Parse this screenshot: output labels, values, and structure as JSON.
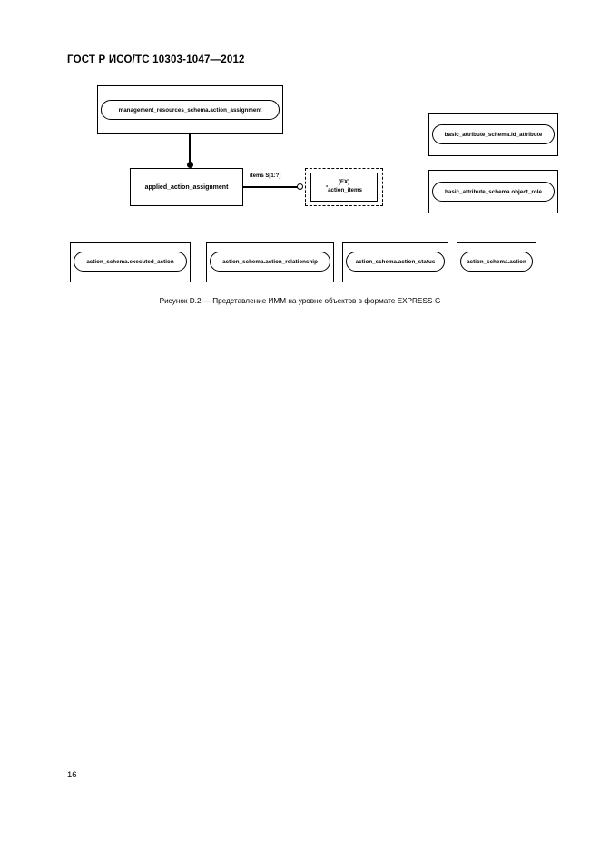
{
  "document": {
    "header": "ГОСТ Р ИСО/ТС 10303-1047—2012",
    "page_number": "16"
  },
  "figure": {
    "caption": "Рисунок D.2 — Представление ИММ на уровне объектов в формате EXPRESS-G",
    "schema_boxes": [
      {
        "id": "management-resources-schema-action-assignment",
        "label": "management_resources_schema.action_assignment"
      },
      {
        "id": "basic-attribute-schema-id-attribute",
        "label": "basic_attribute_schema.id_attribute"
      },
      {
        "id": "basic-attribute-schema-object-role",
        "label": "basic_attribute_schema.object_role"
      },
      {
        "id": "action-schema-executed-action",
        "label": "action_schema.executed_action"
      },
      {
        "id": "action-schema-action-relationship",
        "label": "action_schema.action_relationship"
      },
      {
        "id": "action-schema-action-status",
        "label": "action_schema.action_status"
      },
      {
        "id": "action-schema-action",
        "label": "action_schema.action"
      }
    ],
    "entities": [
      {
        "id": "applied-action-assignment",
        "label": "applied_action_assignment"
      }
    ],
    "interface_box": {
      "id": "action-items",
      "tag": "(EX)",
      "star": "*",
      "label": "action_items"
    },
    "connectors": [
      {
        "id": "items-attribute",
        "label": "items S[1:?]"
      }
    ]
  }
}
